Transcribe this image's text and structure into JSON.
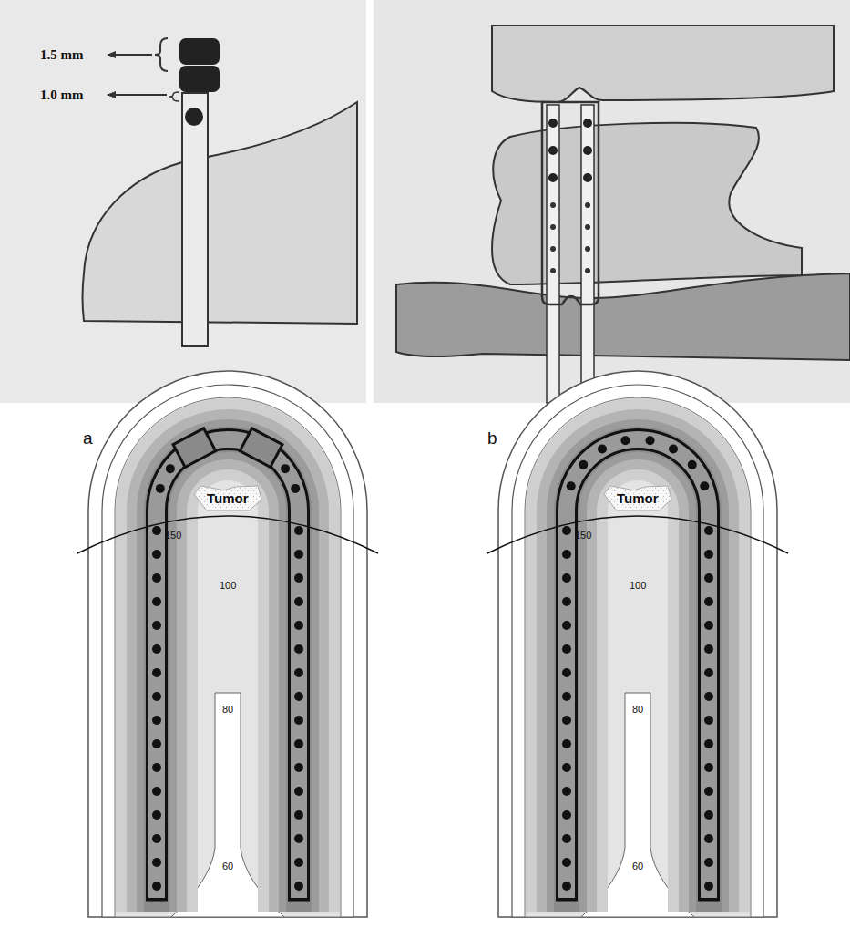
{
  "diagram": {
    "nodes": [
      {
        "text": [
          "Tumor"
        ]
      },
      {
        "text": [
          "Tumor"
        ]
      }
    ],
    "labels": [
      "1.5 mm",
      "1.0 mm",
      "a",
      "150",
      "100",
      "80",
      "60",
      "b",
      "150",
      "100",
      "80",
      "60"
    ]
  }
}
